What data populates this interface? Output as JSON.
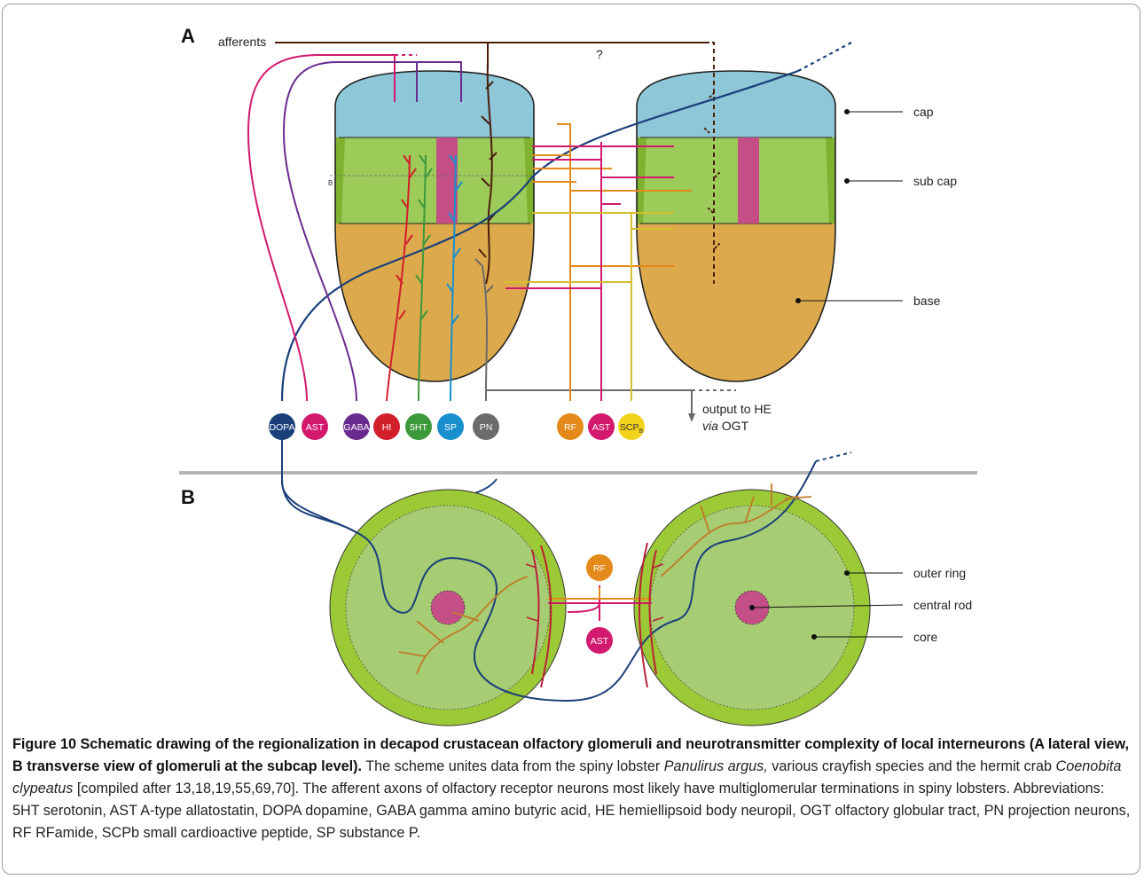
{
  "panels": {
    "a": "A",
    "b": "B"
  },
  "labels_a": {
    "afferents": "afferents",
    "question": "?",
    "b_marker": "B",
    "cap": "cap",
    "subcap": "sub cap",
    "base": "base",
    "output_line1": "output to HE",
    "output_via": "via",
    "output_ogt": "OGT"
  },
  "neurons_a": [
    {
      "label": "DOPA",
      "color": "#1a3f7a"
    },
    {
      "label": "AST",
      "color": "#d2196e"
    },
    {
      "label": "GABA",
      "color": "#6a2b8f"
    },
    {
      "label": "HI",
      "color": "#d11f2b"
    },
    {
      "label": "5HT",
      "color": "#3c9a3a"
    },
    {
      "label": "SP",
      "color": "#1a8fce"
    },
    {
      "label": "PN",
      "color": "#6b6b6b"
    },
    {
      "label": "RF",
      "color": "#e48a1a"
    },
    {
      "label": "AST",
      "color": "#d2196e"
    },
    {
      "label": "SCP",
      "sub": "B",
      "color": "#f2d21a"
    }
  ],
  "labels_b": {
    "rf": "RF",
    "ast": "AST",
    "outer": "outer ring",
    "rod": "central rod",
    "core": "core"
  },
  "colors": {
    "cap": "#8ec8d8",
    "subcap": "#9ccb5a",
    "base": "#dcaa4c",
    "rod": "#c34f86",
    "outer": "#9cc936",
    "core_b": "#a6cd73"
  },
  "caption": {
    "title": "Figure 10 Schematic drawing of the regionalization in decapod crustacean olfactory glomeruli and neurotransmitter complexity of local interneurons (A lateral view, B transverse view of glomeruli at the subcap level).",
    "p1": " The scheme unites data from the spiny lobster ",
    "sp1": "Panulirus argus,",
    "p2": " various crayfish species and the hermit crab ",
    "sp2": "Coenobita clypeatus",
    "p3": " [compiled after 13,18,19,55,69,70]. The afferent axons of olfactory receptor neurons most likely have multiglomerular terminations in spiny lobsters. Abbreviations: 5HT serotonin, AST A-type allatostatin, DOPA dopamine, GABA gamma amino butyric acid, HE hemiellipsoid body neuropil, OGT olfactory globular tract, PN projection neurons, RF RFamide, SCPb small cardioactive peptide, SP substance P."
  }
}
